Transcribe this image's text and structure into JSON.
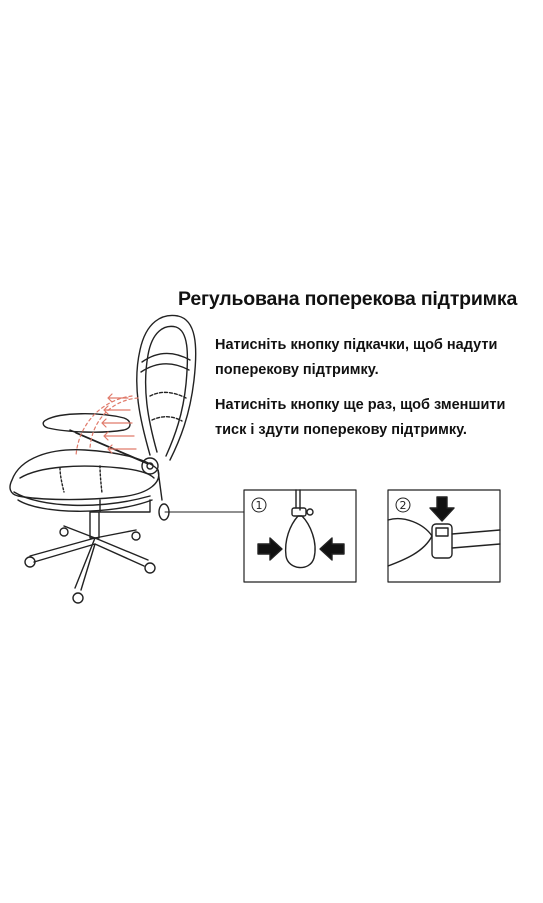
{
  "title": "Регульована поперекова підтримка",
  "instructions": [
    "Натисніть кнопку підкачки, щоб надути поперекову підтримку.",
    "Натисніть кнопку ще раз, щоб зменшити тиск і здути поперекову підтримку."
  ],
  "steps": [
    {
      "number": "1",
      "icon": "pump-bulb-squeeze"
    },
    {
      "number": "2",
      "icon": "release-valve-press"
    }
  ],
  "colors": {
    "lumbar_arrows": "#e07a6a",
    "lines": "#222222"
  }
}
